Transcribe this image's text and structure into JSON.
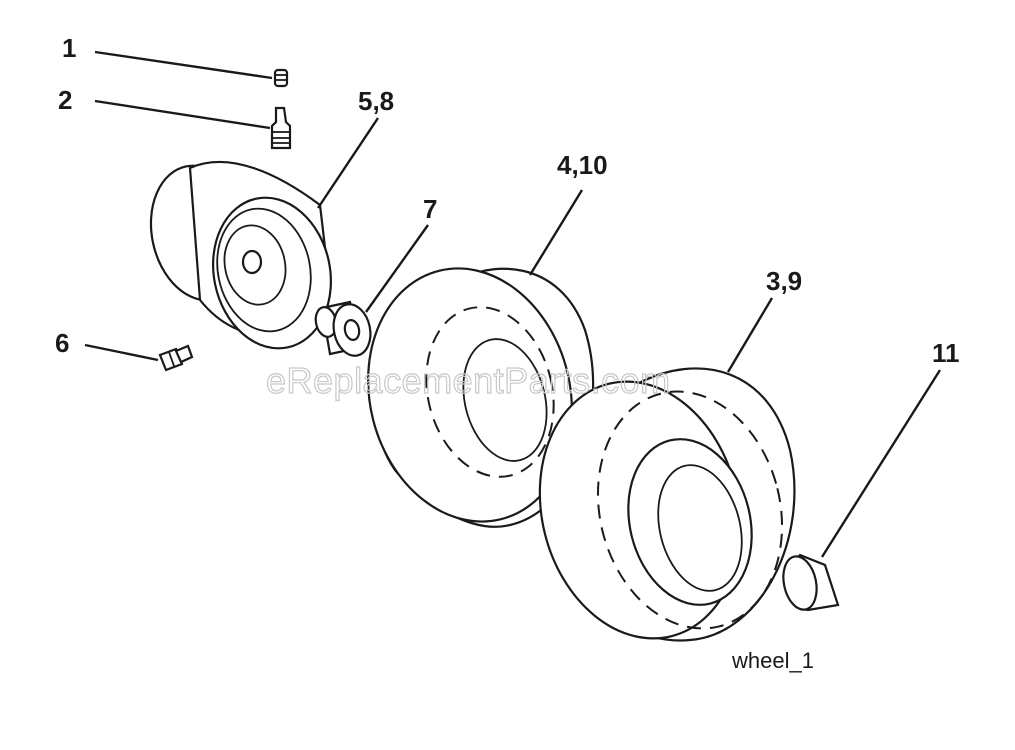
{
  "callouts": {
    "c1": "1",
    "c2": "2",
    "c58": "5,8",
    "c410": "4,10",
    "c7": "7",
    "c39": "3,9",
    "c6": "6",
    "c11": "11"
  },
  "watermark": "eReplacementParts.com",
  "diagram_ref": "wheel_1"
}
